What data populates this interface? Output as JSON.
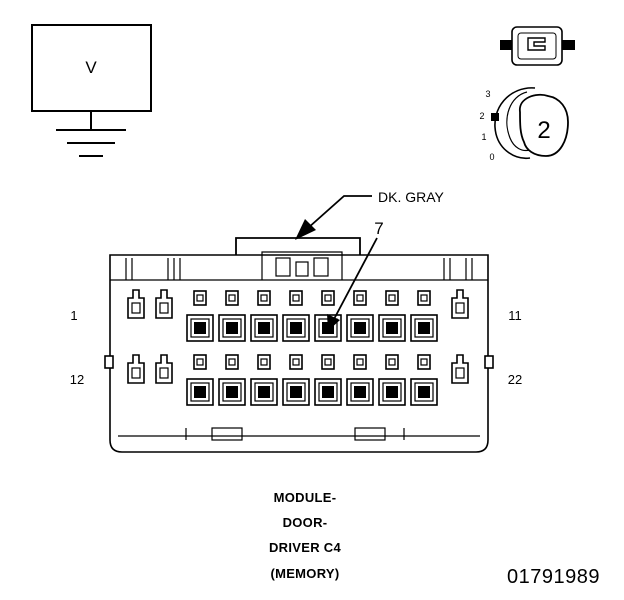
{
  "meter": {
    "label": "V"
  },
  "switch": {
    "positions": [
      "3",
      "2",
      "1",
      "0"
    ],
    "selected": "2"
  },
  "connector": {
    "wire_color_label": "DK. GRAY",
    "callout_pin": "7",
    "pin_label_top_left": "1",
    "pin_label_top_right": "11",
    "pin_label_bottom_left": "12",
    "pin_label_bottom_right": "22"
  },
  "caption": {
    "line1": "MODULE-",
    "line2": "DOOR-",
    "line3": "DRIVER C4",
    "line4": "(MEMORY)"
  },
  "figure_id": "01791989"
}
